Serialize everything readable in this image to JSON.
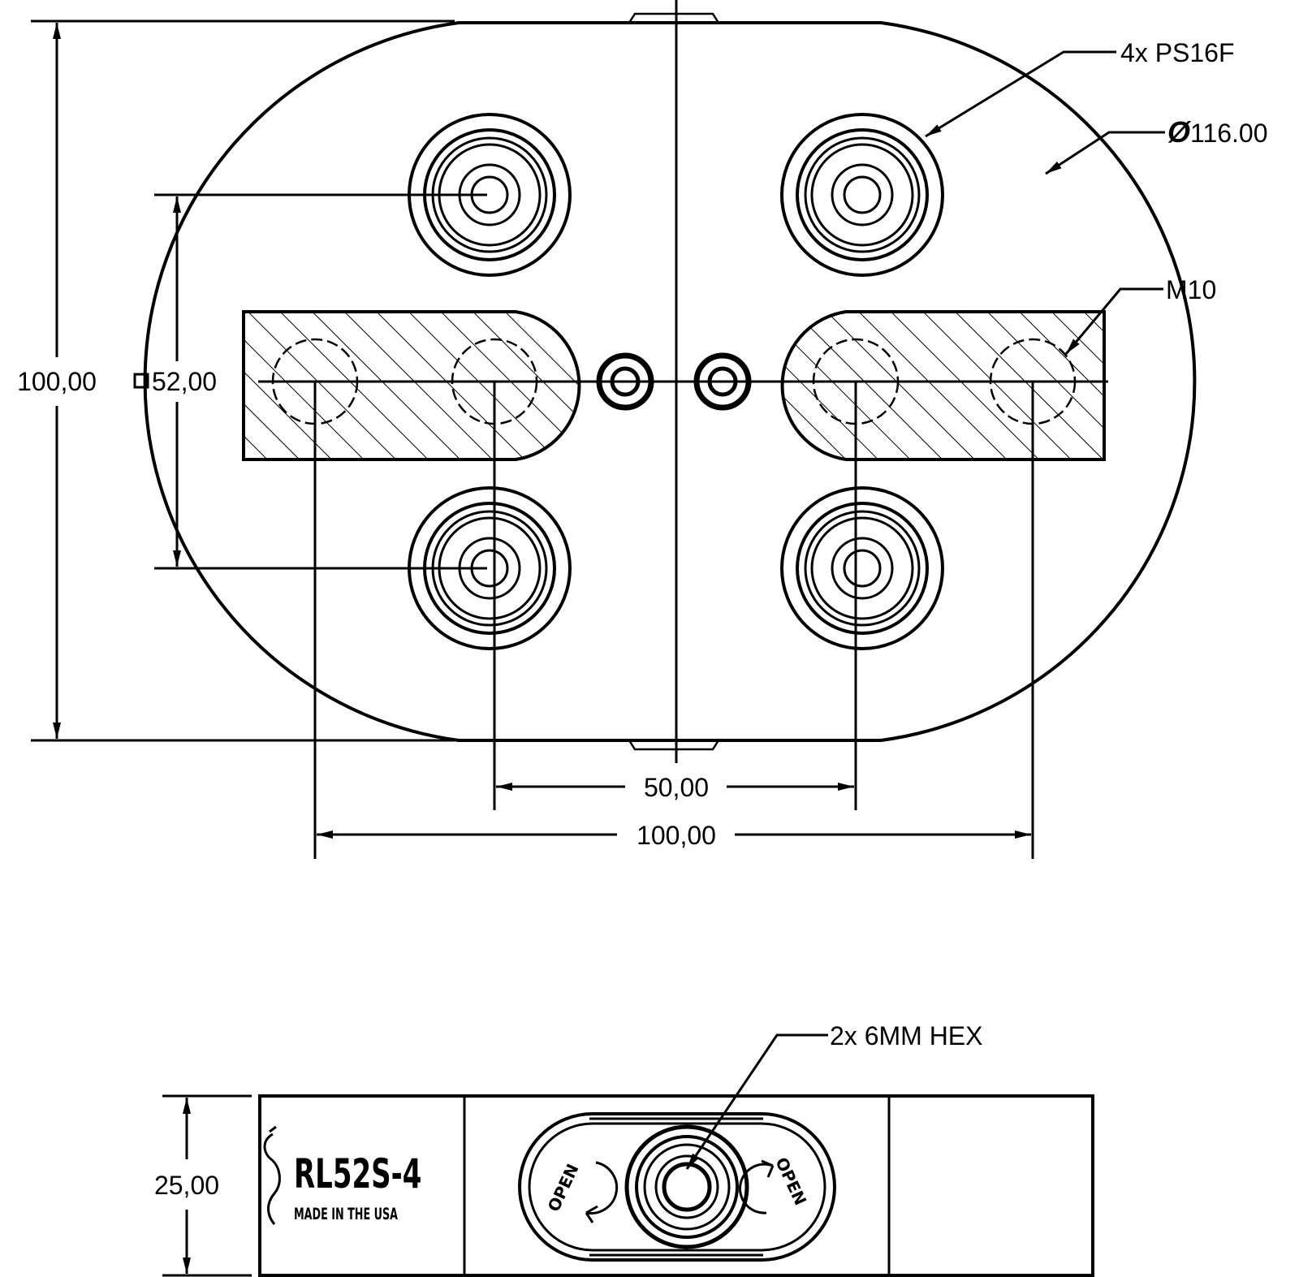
{
  "top_view": {
    "dimensions": {
      "overall_height": "100,00",
      "pin_square": "52,00",
      "pin_spacing": "50,00",
      "bolt_spacing": "100,00"
    },
    "callouts": {
      "pins": "4x PS16F",
      "diameter_symbol": "Ø",
      "diameter_value": "116.00",
      "thread": "M10"
    }
  },
  "side_view": {
    "dimensions": {
      "thickness": "25,00"
    },
    "callouts": {
      "hex": "2x 6MM HEX"
    },
    "markings": {
      "part_number": "RL52S-4",
      "origin": "MADE IN THE USA",
      "open_left": "OPEN",
      "open_right": "OPEN"
    }
  }
}
